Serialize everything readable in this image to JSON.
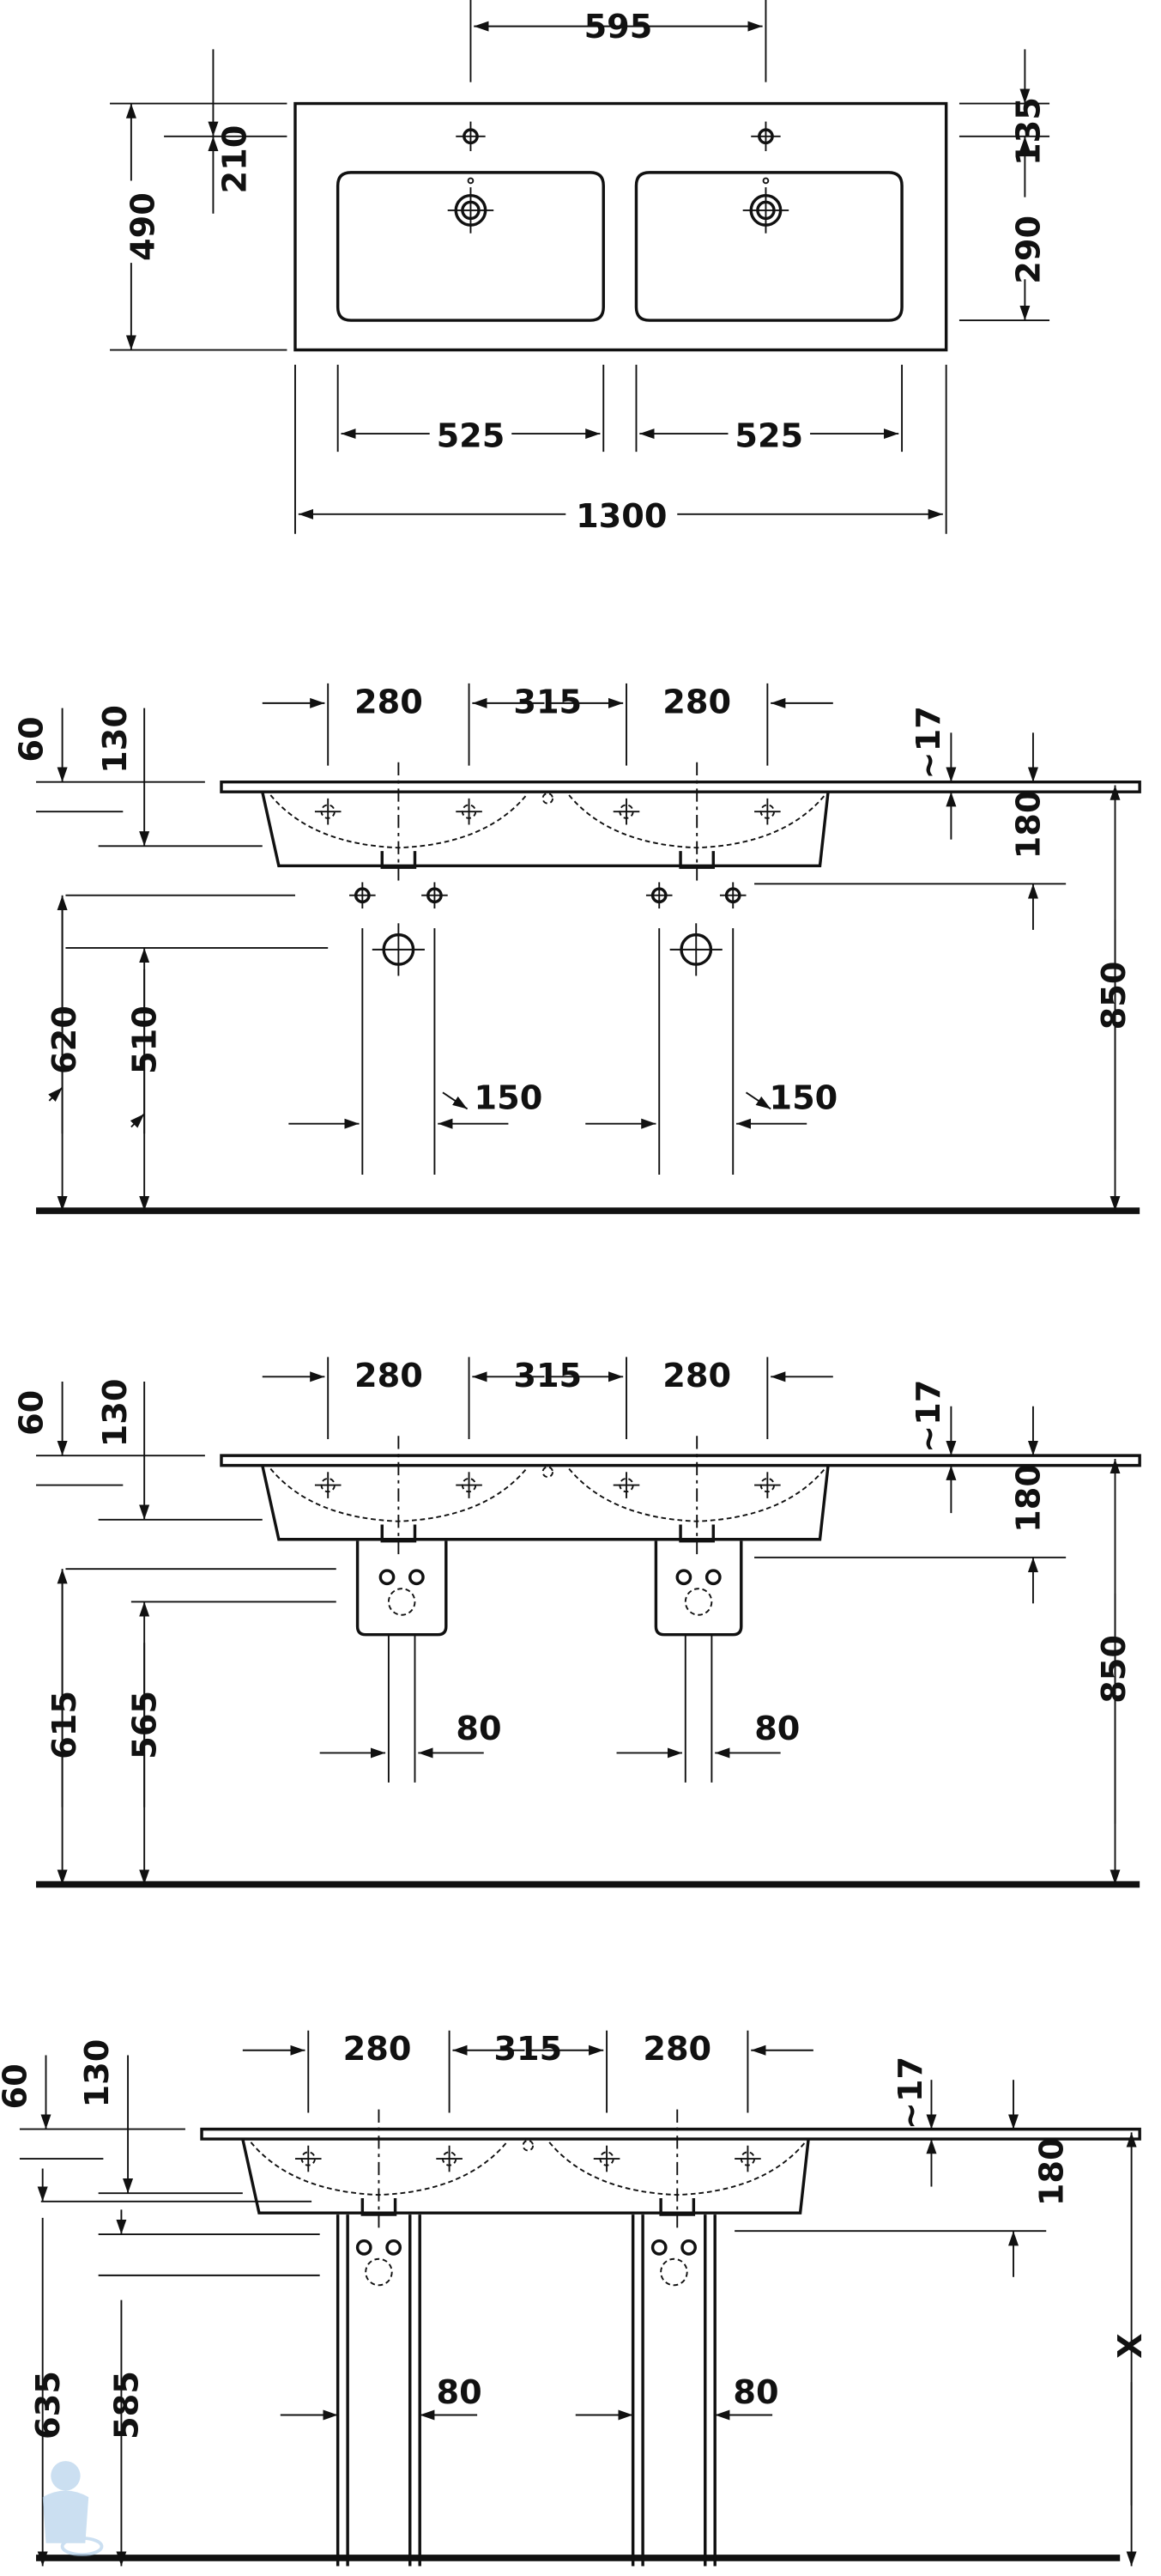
{
  "plan_view": {
    "dims": {
      "tap_spacing": "595",
      "front_to_tap": "210",
      "depth": "490",
      "tap_offset": "135",
      "bowl_depth": "290",
      "bowl_width_left": "525",
      "bowl_width_right": "525",
      "total_width": "1300"
    }
  },
  "elevation_trap": {
    "dims": {
      "bowl_left": "280",
      "between": "315",
      "bowl_right": "280",
      "top_60": "60",
      "top_130": "130",
      "thickness": "~17",
      "height_180": "180",
      "height_850": "850",
      "h_620": "620",
      "h_510": "510",
      "offset_left": "150",
      "offset_right": "150"
    }
  },
  "elevation_pedestal": {
    "dims": {
      "bowl_left": "280",
      "between": "315",
      "bowl_right": "280",
      "top_60": "60",
      "top_130": "130",
      "thickness": "~17",
      "height_180": "180",
      "height_850": "850",
      "h_615": "615",
      "h_565": "565",
      "width_left": "80",
      "width_right": "80"
    }
  },
  "elevation_legs": {
    "dims": {
      "bowl_left": "280",
      "between": "315",
      "bowl_right": "280",
      "top_60": "60",
      "top_130": "130",
      "thickness": "~17",
      "height_180": "180",
      "height_x": "X",
      "h_635": "635",
      "h_585": "585",
      "width_left": "80",
      "width_right": "80"
    }
  },
  "colors": {
    "line": "#111111",
    "watermark": "#a9cbe8"
  }
}
